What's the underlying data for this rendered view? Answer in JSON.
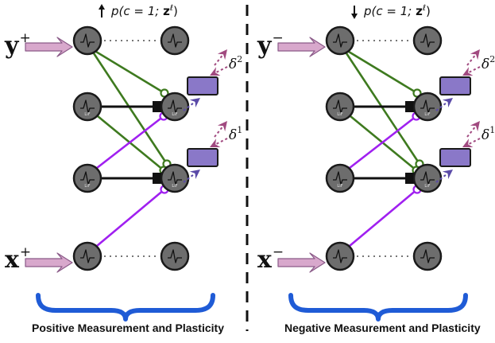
{
  "panels": [
    {
      "id": "positive",
      "input_top": {
        "symbol": "y",
        "sign": "+"
      },
      "input_bottom": {
        "symbol": "x",
        "sign": "+"
      },
      "arrow": "up",
      "prob_label": "p(c = 1; z",
      "prob_sup": "ℓ",
      "prob_close": ")",
      "caption": "Positive Measurement and Plasticity",
      "delta_top": {
        "base": "δ",
        "sup": "2"
      },
      "delta_bottom": {
        "base": "δ",
        "sup": "1"
      }
    },
    {
      "id": "negative",
      "input_top": {
        "symbol": "y",
        "sign": "−"
      },
      "input_bottom": {
        "symbol": "x",
        "sign": "−"
      },
      "arrow": "down",
      "prob_label": "p(c = 1; z",
      "prob_sup": "ℓ",
      "prob_close": ")",
      "caption": "Negative Measurement and Plasticity",
      "delta_top": {
        "base": "δ",
        "sup": "2"
      },
      "delta_bottom": {
        "base": "δ",
        "sup": "1"
      }
    }
  ],
  "neuron_badge": "LIF",
  "colors": {
    "neuron_fill": "#6d6d6d",
    "neuron_stroke": "#1a1a1a",
    "green": "#3e7a1f",
    "purple": "#a020f0",
    "pink_arrow": "#d8a8cc",
    "error_box": "#8a78c8",
    "brace": "#1f5bd6",
    "divider": "#111111"
  }
}
